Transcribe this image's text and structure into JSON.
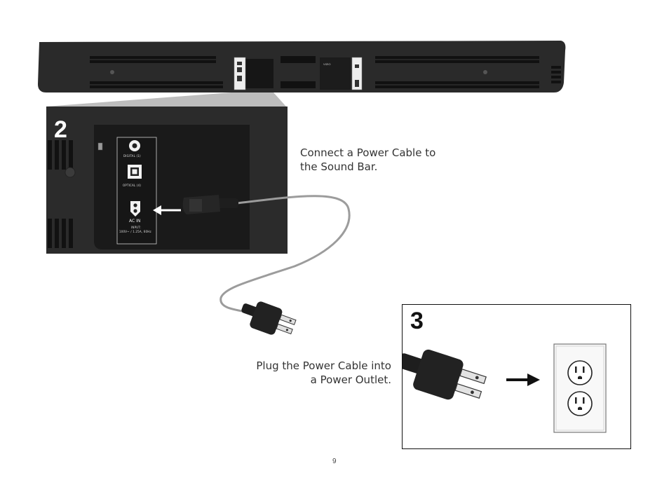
{
  "step2": {
    "number": "2",
    "caption_line1": "Connect a Power Cable to",
    "caption_line2": "the Sound Bar."
  },
  "step3": {
    "number": "3",
    "caption_line1": "Plug the Power Cable into",
    "caption_line2": "a Power Outlet."
  },
  "soundbar": {
    "brand": "VIZIO"
  },
  "panel": {
    "digital_label": "DIGITAL (1)",
    "optical_label": "OPTICAL (4)",
    "acin_label": "AC IN",
    "input_label": "INPUT:",
    "rating_label": "100V~ / 1.25A, 60Hz"
  },
  "page": {
    "number": "9"
  },
  "icons": [
    "coaxial-port-icon",
    "optical-port-icon",
    "ac-in-port-icon",
    "arrow-left-icon",
    "arrow-right-icon",
    "power-plug-icon",
    "wall-outlet-icon"
  ]
}
